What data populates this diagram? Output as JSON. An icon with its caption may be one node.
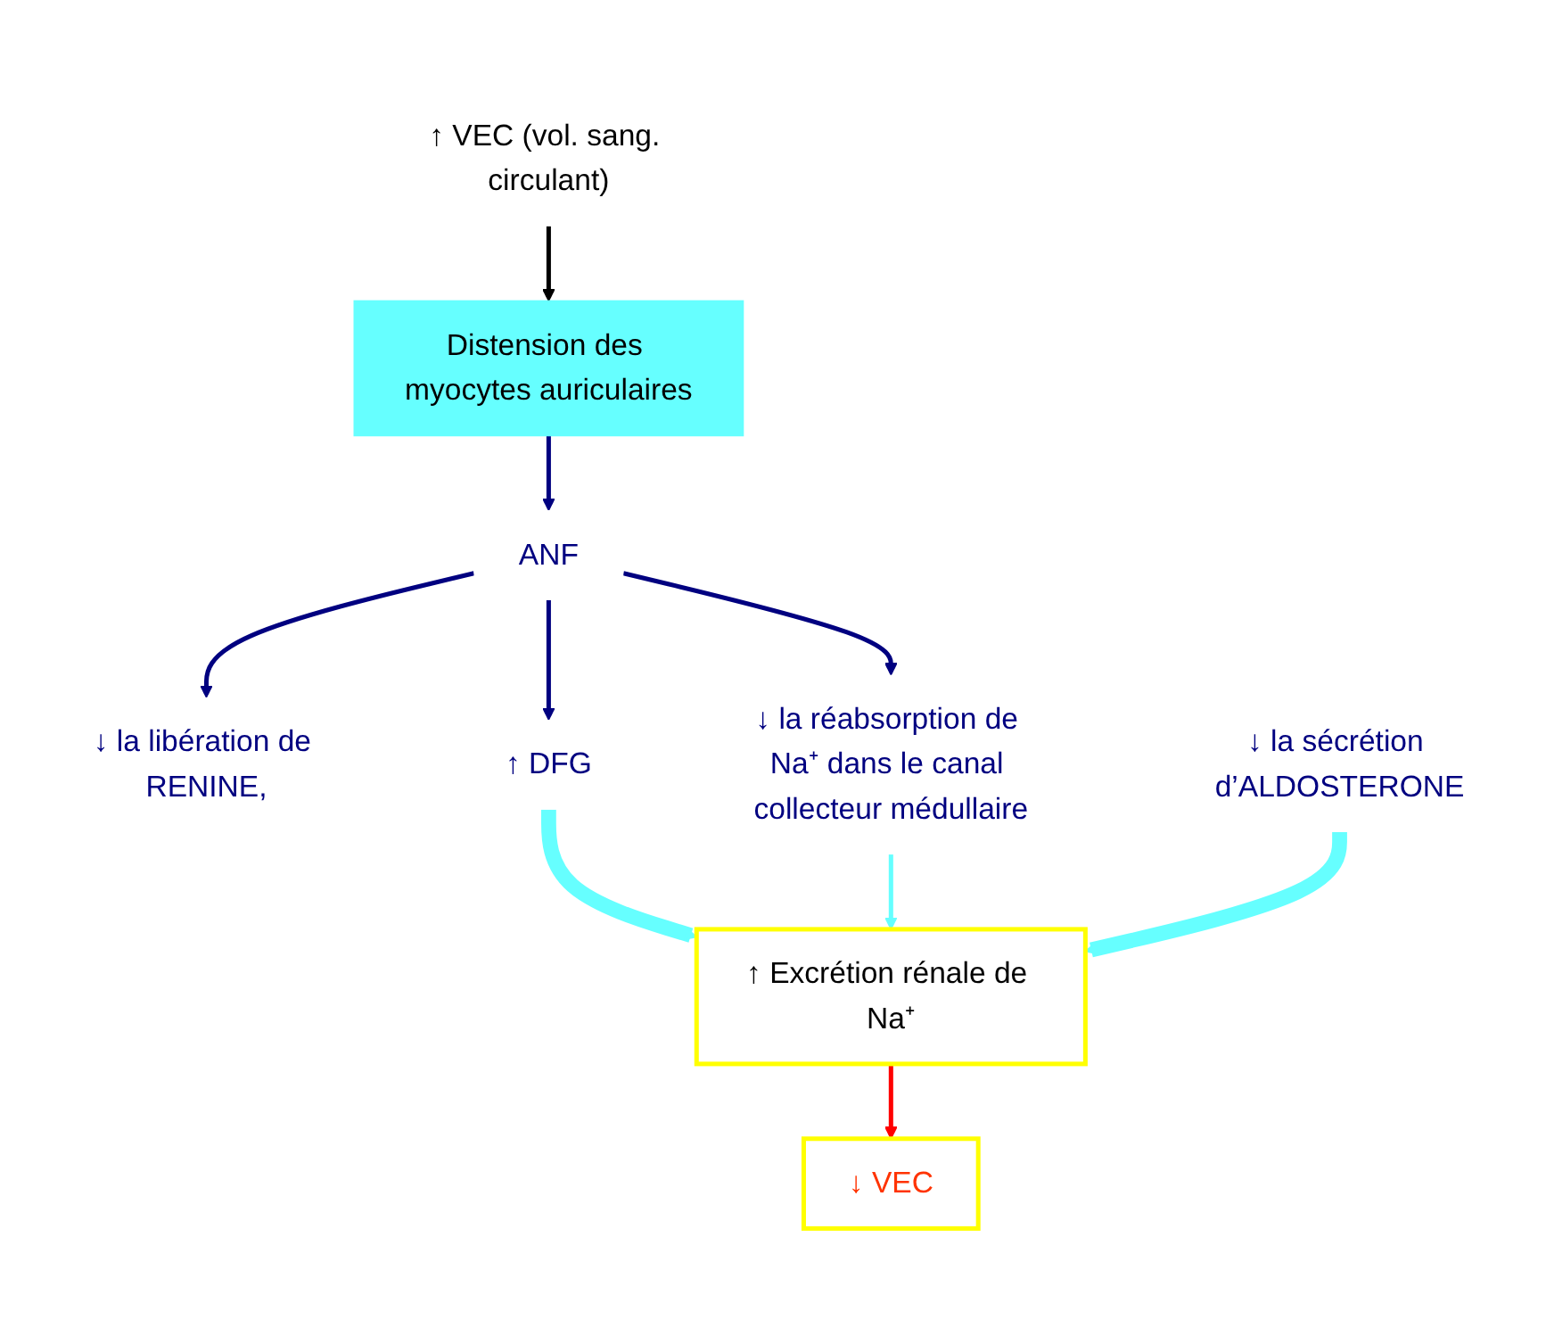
{
  "diagram": {
    "nodes": [
      {
        "text": [
          "↑ VEC (vol. sang. circulant)"
        ]
      },
      {
        "text": [
          "Distension des myocytes auriculaires"
        ]
      },
      {
        "text": [
          "ANF"
        ]
      },
      {
        "text": [
          "↓ la libération de RENINE,"
        ]
      },
      {
        "text": [
          "↑ DFG"
        ]
      },
      {
        "text": [
          "↓ la réabsorption de Na⁺ dans le canal collecteur médullaire"
        ]
      },
      {
        "text": [
          "↓ la sécrétion d’ALDOSTERONE"
        ]
      },
      {
        "text": [
          "↑ Excrétion rénale de Na⁺"
        ]
      },
      {
        "text": [
          "↓ VEC"
        ]
      }
    ],
    "edges": [
      {
        "from": 0,
        "to": 1,
        "arrow": "to",
        "color": "#000000"
      },
      {
        "from": 1,
        "to": 2,
        "arrow": "to"
      },
      {
        "from": 2,
        "to": 3,
        "arrow": "to"
      },
      {
        "from": 2,
        "to": 4,
        "arrow": "to"
      },
      {
        "from": 2,
        "to": 5,
        "arrow": "to"
      },
      {
        "from": 4,
        "to": 7,
        "arrow": "to",
        "style": "thick",
        "color": "#66ffff"
      },
      {
        "from": 5,
        "to": 7,
        "arrow": "to",
        "color": "#66ffff"
      },
      {
        "from": 6,
        "to": 7,
        "arrow": "to",
        "style": "thick",
        "color": "#66ffff"
      },
      {
        "from": 7,
        "to": 8,
        "arrow": "to",
        "color": "#ff0000"
      }
    ]
  }
}
